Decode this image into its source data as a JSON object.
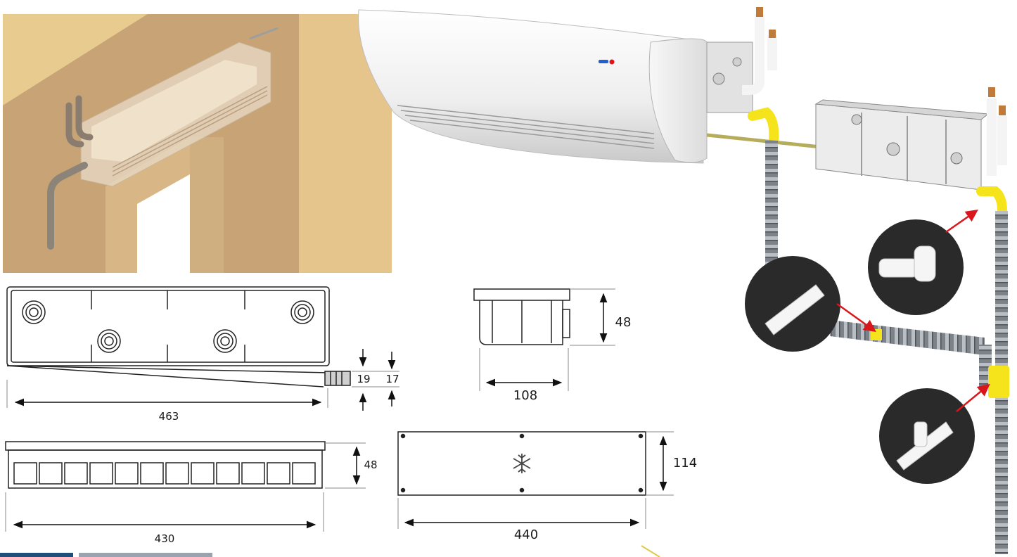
{
  "dimensions": {
    "box_length": "463",
    "box_depth_left": "19",
    "box_depth_right": "17",
    "side_height": "48",
    "side_width": "108",
    "front_height": "48",
    "front_length": "430",
    "cover_height": "114",
    "cover_length": "440"
  },
  "colors": {
    "wall": "#e6c98e",
    "wall_face": "#c8a477",
    "pipe_yellow": "#f5e31c",
    "arrow_red": "#d9161b",
    "callout_bg": "#2a2a2a",
    "unit_white": "#f2f2f2",
    "footer_blue": "#1f4e7a",
    "footer_grey": "#9aa4ae"
  },
  "icons": {
    "cover_symbol": "snowflake-icon",
    "indicator": "status-led-icon"
  }
}
